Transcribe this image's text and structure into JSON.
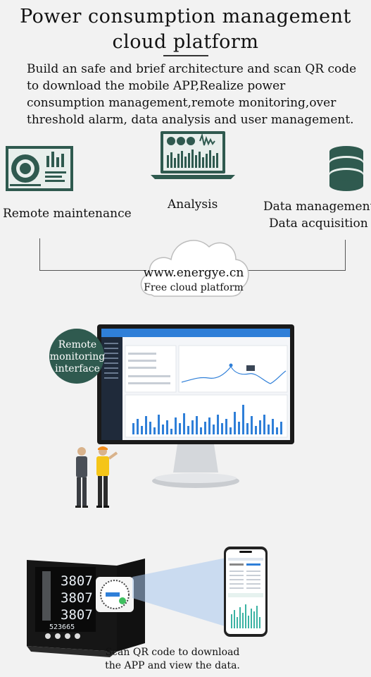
{
  "header": {
    "title_line1": "Power consumption management",
    "title_line2": "cloud platform",
    "intro": "Build an safe and brief architecture and scan QR code to download the mobile APP,Realize power consumption management,remote monitoring,over threshold alarm, data analysis and user management."
  },
  "features": {
    "remote_maintenance": "Remote maintenance",
    "analysis": "Analysis",
    "data_management": "Data management",
    "data_acquisition": "Data acquisition"
  },
  "cloud": {
    "url": "www.energye.cn",
    "subtitle": "Free cloud platform"
  },
  "monitoring": {
    "line1": "Remote",
    "line2": "monitoring",
    "line3": "interface"
  },
  "meter": {
    "readings": [
      "3807",
      "3807",
      "3807"
    ],
    "total": "523665"
  },
  "scan": {
    "line1": "Scan QR code to download",
    "line2": "the APP and view the data."
  },
  "colors": {
    "accent": "#2f5a4f",
    "background": "#f2f2f2",
    "screen_blue": "#2f7fd8"
  },
  "icons": [
    "dashboard-icon",
    "laptop-analysis-icon",
    "database-icon",
    "cloud-icon",
    "monitor-icon",
    "engineers-icon",
    "power-meter-icon",
    "qr-code-icon",
    "smartphone-icon"
  ]
}
